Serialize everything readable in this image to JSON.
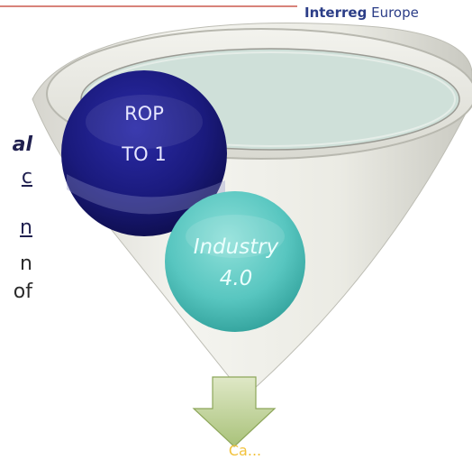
{
  "brand": {
    "name": "Interreg",
    "region": "Europe",
    "color": "#2b3d87"
  },
  "left_text_fragments": [
    {
      "text": "al",
      "style": "italic"
    },
    {
      "text": "c",
      "style": "underline"
    },
    {
      "text": "n",
      "style": "underline"
    },
    {
      "text": "n",
      "style": "plain"
    },
    {
      "text": "of",
      "style": "plain"
    }
  ],
  "funnel": {
    "circles": [
      {
        "line1": "ROP",
        "line2": "TO 1",
        "color": "#1c1c7a"
      },
      {
        "line1": "Industry",
        "line2": "4.0",
        "color": "#54c6c0"
      }
    ],
    "arrow_color": "#b9d08a"
  },
  "bottom_caption": {
    "text": "Ca...",
    "color": "#f2c23c"
  }
}
